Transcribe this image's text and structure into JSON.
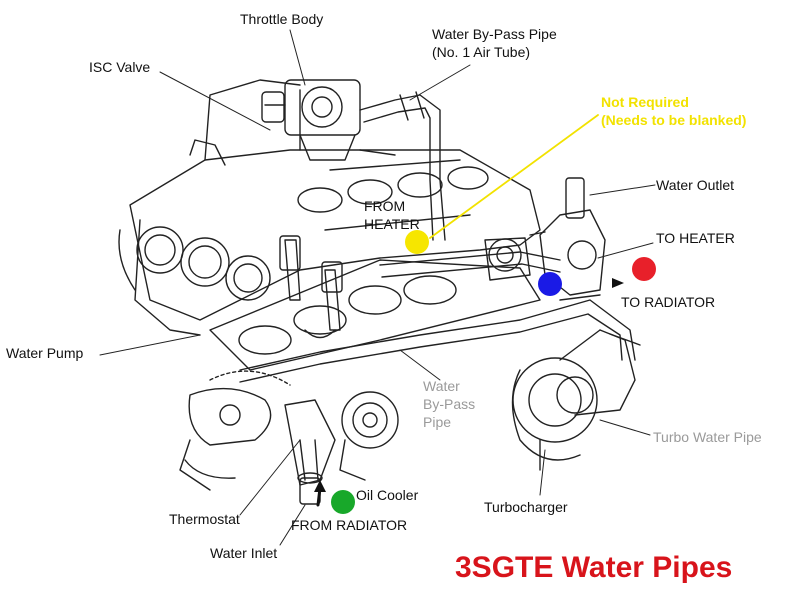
{
  "title": "3SGTE Water Pipes",
  "labels": {
    "throttle_body": "Throttle Body",
    "water_bypass_pipe": "Water By-Pass Pipe\n(No. 1 Air Tube)",
    "isc_valve": "ISC Valve",
    "not_required": "Not Required\n(Needs to be blanked)",
    "water_outlet": "Water Outlet",
    "from_heater": "FROM\nHEATER",
    "to_heater": "TO HEATER",
    "to_radiator": "TO RADIATOR",
    "water_pump": "Water Pump",
    "water_bypass_pipe_lower": "Water\nBy-Pass\nPipe",
    "turbo_water_pipe": "Turbo Water Pipe",
    "oil_cooler": "Oil Cooler",
    "from_radiator": "FROM RADIATOR",
    "thermostat": "Thermostat",
    "turbocharger": "Turbocharger",
    "water_inlet": "Water Inlet"
  },
  "markers": {
    "yellow": "#f6e600",
    "blue": "#1a1ae6",
    "red": "#e8202a",
    "green": "#18a82a"
  },
  "colors": {
    "title": "#d8141b",
    "note": "#f2e200"
  }
}
